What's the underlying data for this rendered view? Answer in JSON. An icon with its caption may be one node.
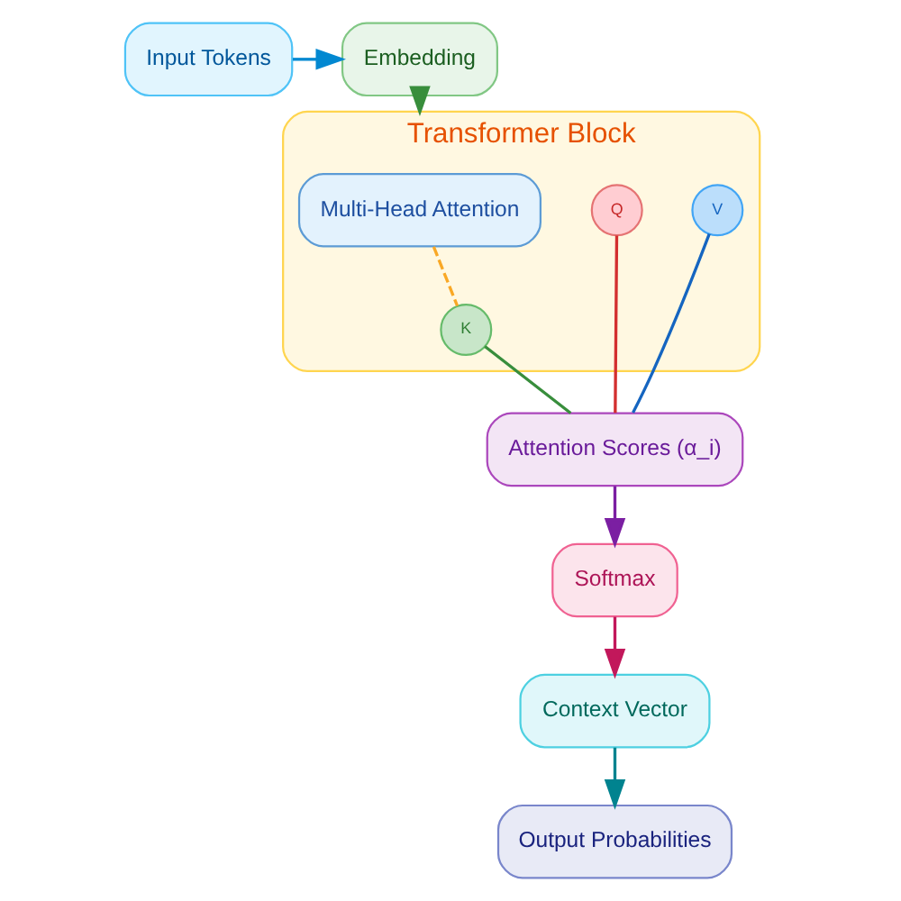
{
  "diagram": {
    "nodes": [
      {
        "text": [
          "Input Tokens"
        ]
      },
      {
        "text": [
          "Embedding"
        ]
      },
      {
        "text": [
          "Transformer Block"
        ]
      },
      {
        "text": [
          "Multi-Head Attention"
        ],
        "in": 2
      },
      {
        "text": [
          "Q"
        ],
        "in": 2
      },
      {
        "text": [
          "K"
        ],
        "in": 2
      },
      {
        "text": [
          "V"
        ],
        "in": 2
      },
      {
        "text": [
          "Attention Scores (α_i)"
        ]
      },
      {
        "text": [
          "Softmax"
        ]
      },
      {
        "text": [
          "Context Vector"
        ]
      },
      {
        "text": [
          "Output Probabilities"
        ]
      }
    ],
    "edges": [
      {
        "from": 0,
        "to": 1,
        "arrow": "to",
        "color": "#0288d1"
      },
      {
        "from": 1,
        "to": 2,
        "arrow": "to",
        "color": "#388e3c"
      },
      {
        "from": 3,
        "to": 5,
        "arrow": "none",
        "style": "dashed",
        "color": "#f9a825"
      },
      {
        "from": 4,
        "to": 7,
        "arrow": "none",
        "color": "#d32f2f"
      },
      {
        "from": 5,
        "to": 7,
        "arrow": "none",
        "color": "#388e3c"
      },
      {
        "from": 6,
        "to": 7,
        "arrow": "none",
        "color": "#1565c0"
      },
      {
        "from": 7,
        "to": 8,
        "arrow": "to",
        "color": "#7b1fa2"
      },
      {
        "from": 8,
        "to": 9,
        "arrow": "to",
        "color": "#c2185b"
      },
      {
        "from": 9,
        "to": 10,
        "arrow": "to",
        "color": "#00838f"
      }
    ]
  }
}
